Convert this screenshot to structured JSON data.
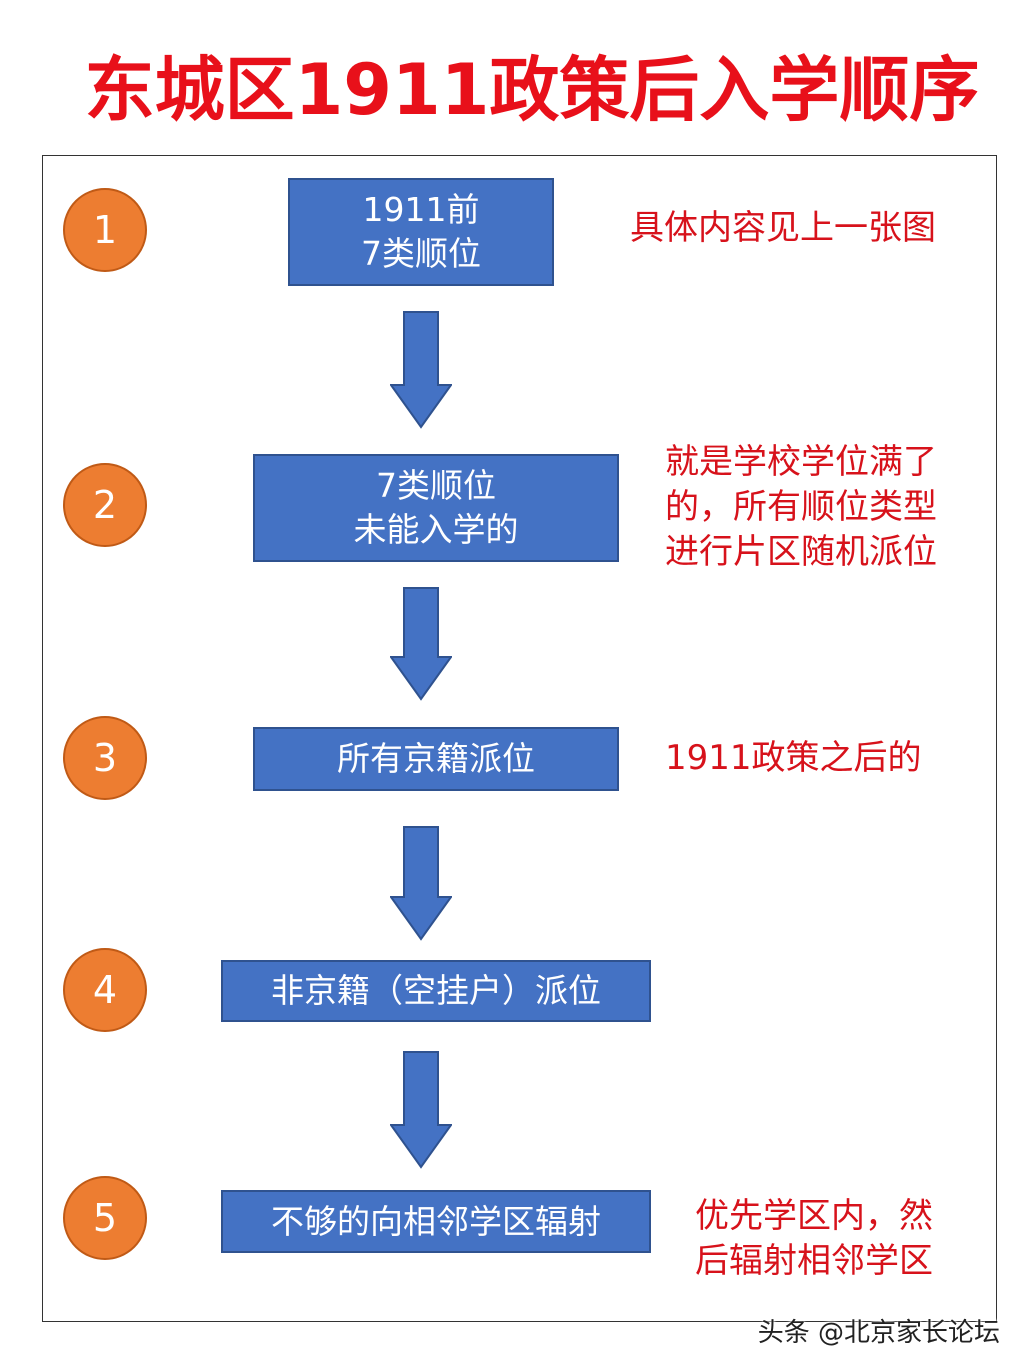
{
  "title": "东城区1911政策后入学顺序",
  "steps": [
    {
      "num": "1",
      "lines": [
        "1911前",
        "7类顺位"
      ],
      "note": [
        "具体内容见上一张图"
      ]
    },
    {
      "num": "2",
      "lines": [
        "7类顺位",
        "未能入学的"
      ],
      "note": [
        "就是学校学位满了",
        "的，所有顺位类型",
        "进行片区随机派位"
      ]
    },
    {
      "num": "3",
      "lines": [
        "所有京籍派位"
      ],
      "note": [
        "1911政策之后的"
      ]
    },
    {
      "num": "4",
      "lines": [
        "非京籍（空挂户）派位"
      ],
      "note": []
    },
    {
      "num": "5",
      "lines": [
        "不够的向相邻学区辐射"
      ],
      "note": [
        "优先学区内，然",
        "后辐射相邻学区"
      ]
    }
  ],
  "watermark": "头条 @北京家长论坛",
  "colors": {
    "title": "#e8101a",
    "box": "#4472c4",
    "circle": "#ed7d31",
    "note": "#d7121b"
  }
}
